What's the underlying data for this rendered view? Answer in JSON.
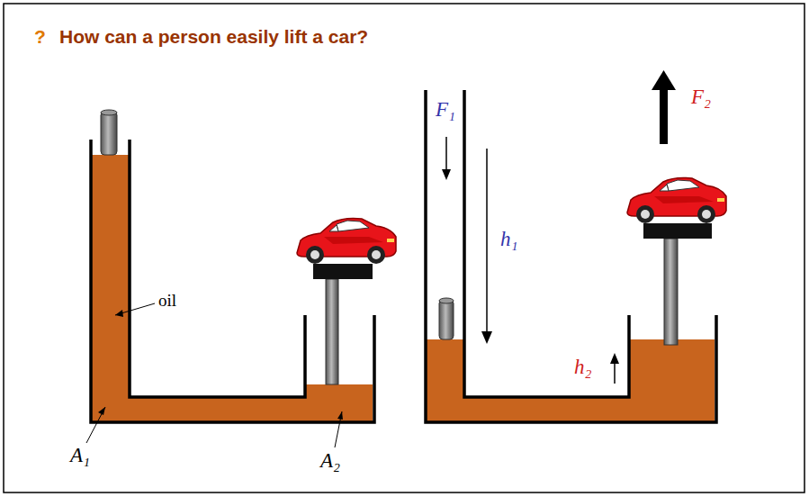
{
  "diagram": {
    "title": "How can a person easily lift a car?",
    "labels": [
      "?",
      "oil",
      "A₁",
      "A₂",
      "F₁",
      "F₂",
      "h₁",
      "h₂"
    ]
  }
}
